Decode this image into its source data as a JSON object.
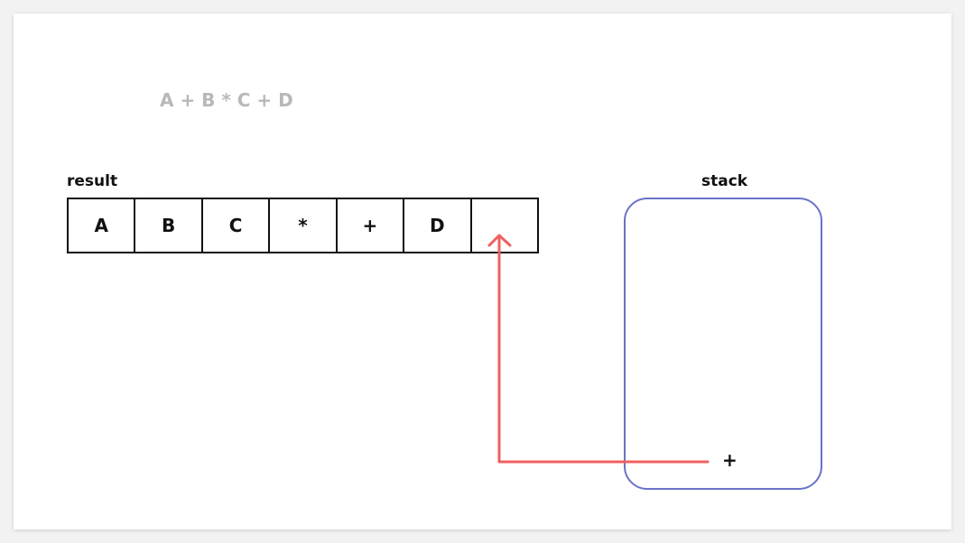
{
  "expression": "A + B * C + D",
  "result": {
    "label": "result",
    "cells": [
      "A",
      "B",
      "C",
      "*",
      "+",
      "D",
      ""
    ]
  },
  "stack": {
    "label": "stack",
    "items": [
      "+"
    ]
  },
  "colors": {
    "arrow": "#f06060",
    "stack_border": "#6a72c8",
    "expression_text": "#b8b8b8"
  }
}
